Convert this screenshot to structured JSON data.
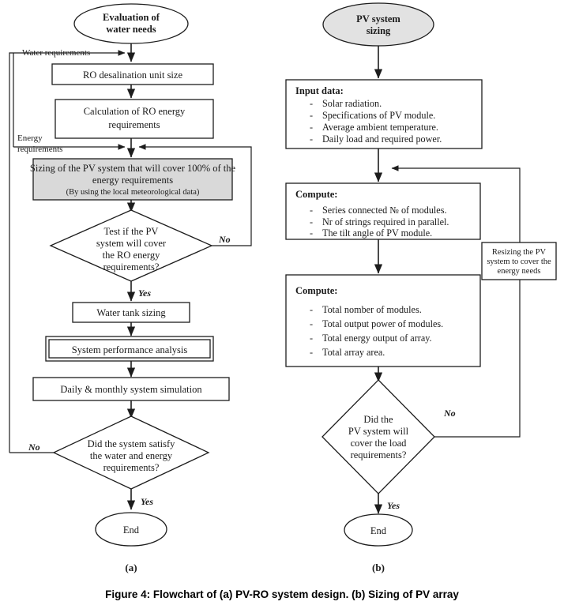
{
  "figure": {
    "caption": "Figure 4: Flowchart of (a) PV-RO system design. (b) Sizing of PV array",
    "panel_a_label": "(a)",
    "panel_b_label": "(b)"
  },
  "colors": {
    "line": "#1d1d1d",
    "text": "#1a1a1a",
    "shaded_fill": "#d9d9d9",
    "oval_shaded_fill": "#e2e2e2",
    "background": "#ffffff"
  },
  "panel_a": {
    "start": {
      "line1": "Evaluation of",
      "line2": "water needs"
    },
    "box_ro_unit": "RO desalination unit size",
    "box_calc_energy": {
      "line1": "Calculation of RO energy",
      "line2": "requirements"
    },
    "box_sizing_pv": {
      "line1": "Sizing of the PV system that will cover 100% of the",
      "line2": "energy requirements",
      "line3": "(By using the local meteorological data)"
    },
    "decision_pv_energy": {
      "line1": "Test if the PV",
      "line2": "system will cover",
      "line3": "the RO energy",
      "line4": "requirements?"
    },
    "box_water_tank": "Water tank sizing",
    "box_performance": "System performance analysis",
    "box_simulation": "Daily & monthly system simulation",
    "decision_satisfy": {
      "line1": "Did the system satisfy",
      "line2": "the water and energy",
      "line3": "requirements?"
    },
    "end": "End",
    "edge_labels": {
      "water_requirements_line1": "Water requirements",
      "energy_requirements_line1": "Energy",
      "energy_requirements_line2": "requirements",
      "pv_energy_no": "No",
      "pv_energy_yes": "Yes",
      "satisfy_no": "No",
      "satisfy_yes": "Yes"
    }
  },
  "panel_b": {
    "start": {
      "line1": "PV system",
      "line2": "sizing"
    },
    "box_input_data": {
      "heading": "Input data:",
      "items": [
        "Solar radiation.",
        "Specifications of PV module.",
        "Average ambient temperature.",
        "Daily load and required power."
      ]
    },
    "box_compute_1": {
      "heading": "Compute:",
      "items": [
        "Series connected № of modules.",
        "Nr of strings required in parallel.",
        "The tilt angle of PV module."
      ]
    },
    "box_compute_2": {
      "heading": "Compute:",
      "items": [
        "Total nomber of modules.",
        "Total output power of modules.",
        "Total energy output of array.",
        "Total array area."
      ]
    },
    "box_resizing": {
      "line1": "Resizing the PV",
      "line2": "system to cover the",
      "line3": "energy needs"
    },
    "decision_load": {
      "line1": "Did the",
      "line2": "PV system will",
      "line3": "cover the load",
      "line4": "requirements?"
    },
    "end": "End",
    "edge_labels": {
      "load_no": "No",
      "load_yes": "Yes"
    }
  }
}
